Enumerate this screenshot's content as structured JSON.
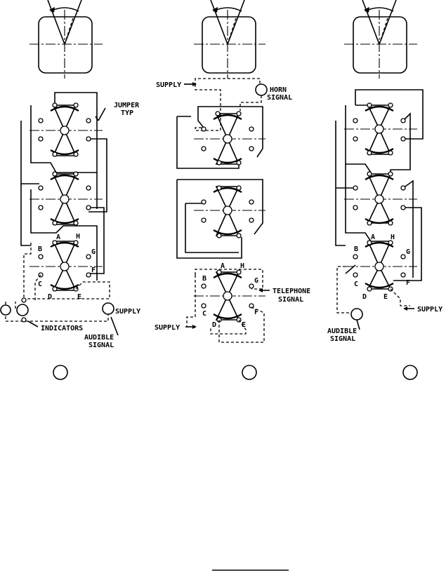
{
  "diagrams": [
    {
      "id": "left",
      "labels": {
        "jumper": "JUMPER",
        "jumper2": "TYP",
        "indicators": "INDICATORS",
        "audible1": "AUDIBLE",
        "audible2": "SIGNAL",
        "supply": "SUPPLY",
        "A": "A",
        "B": "B",
        "C": "C",
        "D": "D",
        "E": "E",
        "F": "F",
        "G": "G",
        "H": "H"
      }
    },
    {
      "id": "middle",
      "labels": {
        "supplyTop": "SUPPLY",
        "horn1": "HORN",
        "horn2": "SIGNAL",
        "tel1": "TELEPHONE",
        "tel2": "SIGNAL",
        "supplyBottom": "SUPPLY",
        "A": "A",
        "B": "B",
        "C": "C",
        "D": "D",
        "E": "E",
        "F": "F",
        "G": "G",
        "H": "H"
      }
    },
    {
      "id": "right",
      "labels": {
        "supply": "SUPPLY",
        "audible1": "AUDIBLE",
        "audible2": "SIGNAL",
        "A": "A",
        "B": "B",
        "C": "C",
        "D": "D",
        "E": "E",
        "F": "F",
        "G": "G",
        "H": "H"
      }
    }
  ]
}
